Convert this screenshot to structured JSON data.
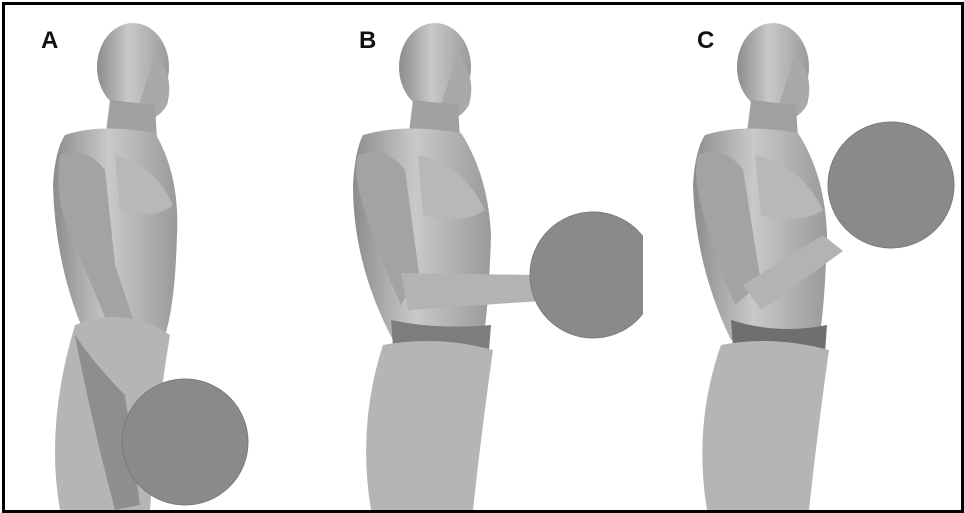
{
  "figure": {
    "panels": [
      {
        "label": "A",
        "pose": "arms-down"
      },
      {
        "label": "B",
        "pose": "forearm-horizontal"
      },
      {
        "label": "C",
        "pose": "forearm-raised"
      }
    ],
    "colors": {
      "frame": "#000000",
      "body_light": "#cfcfcf",
      "body_mid": "#a6a6a6",
      "body_dark": "#6e6e6e",
      "weight_disc": "#8a8a8a",
      "weight_edge": "#7a7a7a"
    }
  }
}
